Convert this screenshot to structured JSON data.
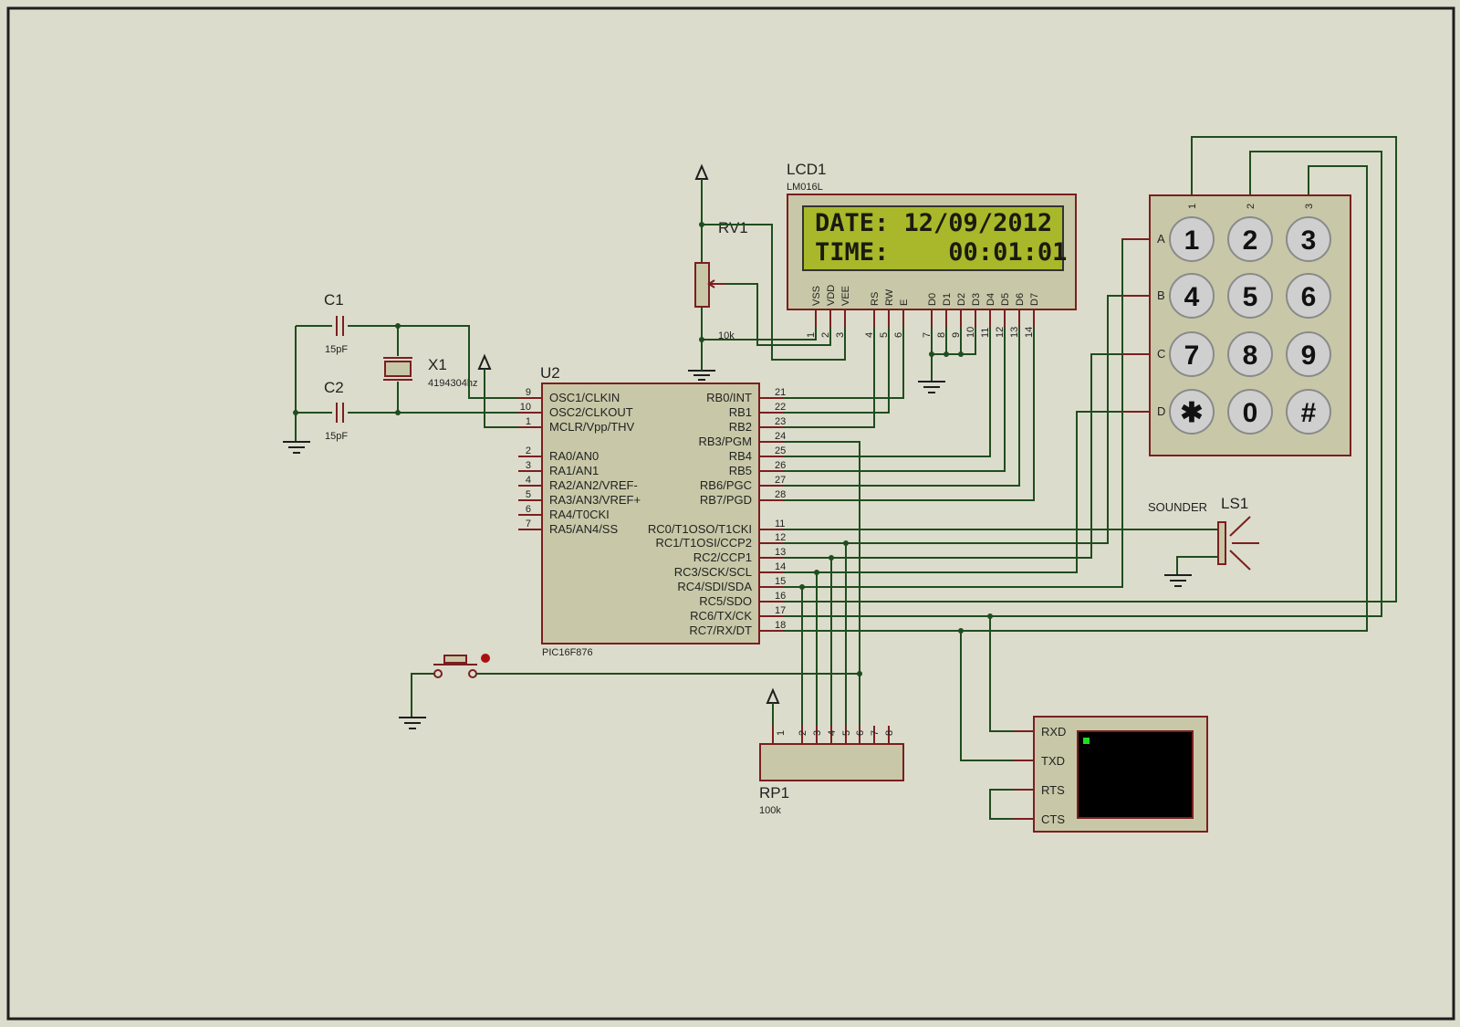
{
  "lcd": {
    "ref": "LCD1",
    "part": "LM016L",
    "line1": "DATE: 12/09/2012",
    "line2": "TIME:    00:01:01",
    "pins": [
      "VSS",
      "VDD",
      "VEE",
      "RS",
      "RW",
      "E",
      "D0",
      "D1",
      "D2",
      "D3",
      "D4",
      "D5",
      "D6",
      "D7"
    ],
    "pin_numbers": [
      "1",
      "2",
      "3",
      "4",
      "5",
      "6",
      "7",
      "8",
      "9",
      "10",
      "11",
      "12",
      "13",
      "14"
    ]
  },
  "mcu": {
    "ref": "U2",
    "part": "PIC16F876",
    "left_pins": [
      {
        "num": "9",
        "name": "OSC1/CLKIN"
      },
      {
        "num": "10",
        "name": "OSC2/CLKOUT"
      },
      {
        "num": "1",
        "name": "MCLR/Vpp/THV"
      },
      {
        "num": "2",
        "name": "RA0/AN0"
      },
      {
        "num": "3",
        "name": "RA1/AN1"
      },
      {
        "num": "4",
        "name": "RA2/AN2/VREF-"
      },
      {
        "num": "5",
        "name": "RA3/AN3/VREF+"
      },
      {
        "num": "6",
        "name": "RA4/T0CKI"
      },
      {
        "num": "7",
        "name": "RA5/AN4/SS"
      }
    ],
    "right_pins": [
      {
        "num": "21",
        "name": "RB0/INT"
      },
      {
        "num": "22",
        "name": "RB1"
      },
      {
        "num": "23",
        "name": "RB2"
      },
      {
        "num": "24",
        "name": "RB3/PGM"
      },
      {
        "num": "25",
        "name": "RB4"
      },
      {
        "num": "26",
        "name": "RB5"
      },
      {
        "num": "27",
        "name": "RB6/PGC"
      },
      {
        "num": "28",
        "name": "RB7/PGD"
      },
      {
        "num": "11",
        "name": "RC0/T1OSO/T1CKI"
      },
      {
        "num": "12",
        "name": "RC1/T1OSI/CCP2"
      },
      {
        "num": "13",
        "name": "RC2/CCP1"
      },
      {
        "num": "14",
        "name": "RC3/SCK/SCL"
      },
      {
        "num": "15",
        "name": "RC4/SDI/SDA"
      },
      {
        "num": "16",
        "name": "RC5/SDO"
      },
      {
        "num": "17",
        "name": "RC6/TX/CK"
      },
      {
        "num": "18",
        "name": "RC7/RX/DT"
      }
    ]
  },
  "rv1": {
    "ref": "RV1",
    "value": "10k"
  },
  "c1": {
    "ref": "C1",
    "value": "15pF"
  },
  "c2": {
    "ref": "C2",
    "value": "15pF"
  },
  "x1": {
    "ref": "X1",
    "value": "4194304hz"
  },
  "keypad": {
    "cols": [
      "1",
      "2",
      "3"
    ],
    "rows": [
      "A",
      "B",
      "C",
      "D"
    ],
    "keys": [
      [
        "1",
        "2",
        "3"
      ],
      [
        "4",
        "5",
        "6"
      ],
      [
        "7",
        "8",
        "9"
      ],
      [
        "✱",
        "0",
        "#"
      ]
    ]
  },
  "sounder": {
    "label": "SOUNDER",
    "ref": "LS1"
  },
  "rp1": {
    "ref": "RP1",
    "value": "100k",
    "pins": [
      "1",
      "2",
      "3",
      "4",
      "5",
      "6",
      "7",
      "8"
    ]
  },
  "terminal": {
    "pins": [
      "RXD",
      "TXD",
      "RTS",
      "CTS"
    ]
  },
  "colors": {
    "background": "#dcdccc",
    "wire": "#1f4d1f",
    "pin": "#7a1f1f",
    "lcd_screen": "#a8b82a",
    "terminal_screen": "#000000",
    "cursor": "#22dd22"
  }
}
